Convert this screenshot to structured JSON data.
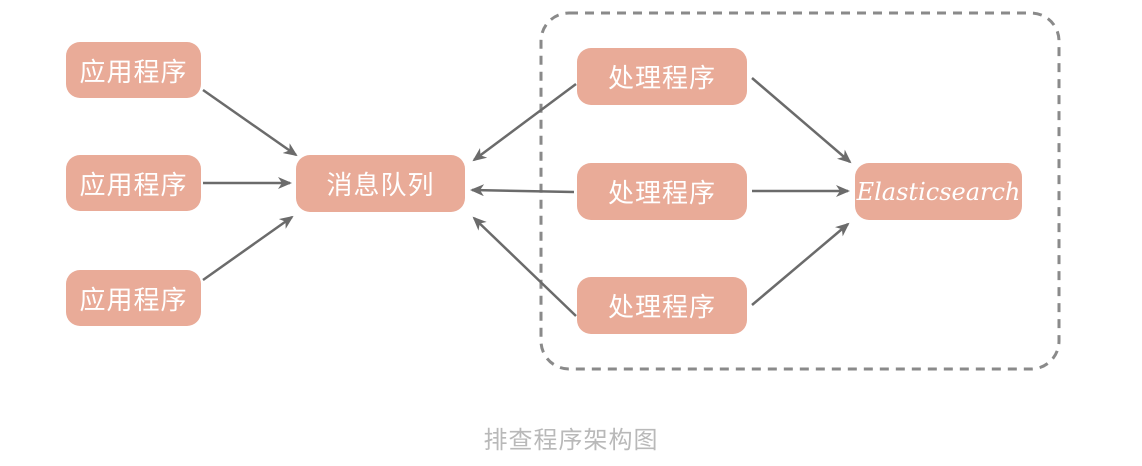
{
  "nodes": {
    "app_1": "应用程序",
    "app_2": "应用程序",
    "app_3": "应用程序",
    "queue": "消息队列",
    "proc_1": "处理程序",
    "proc_2": "处理程序",
    "proc_3": "处理程序",
    "elasticsearch": "Elasticsearch"
  },
  "caption": "排查程序架构图",
  "colors": {
    "node_fill": "#e9ab98",
    "node_text": "#ffffff",
    "arrow": "#6b6b6b",
    "group_border": "#8a8a8a",
    "caption": "#b9b9b9"
  }
}
